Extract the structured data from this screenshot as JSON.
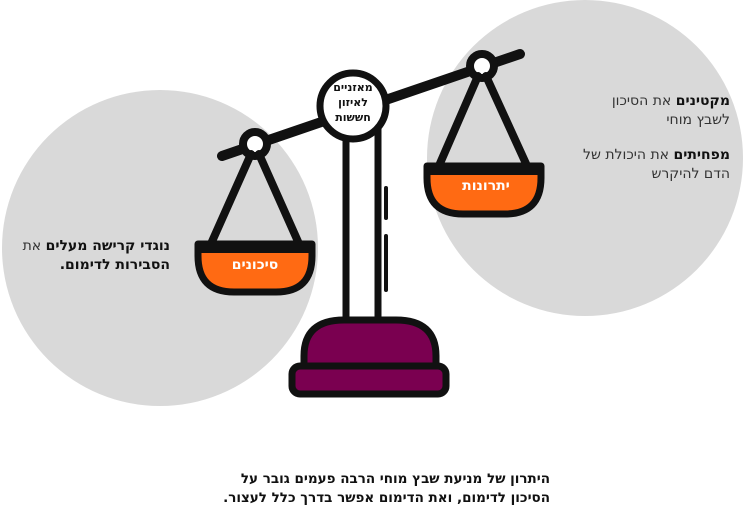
{
  "center_label": {
    "line1": "מאזניים",
    "line2": "לאיזון",
    "line3": "חששות"
  },
  "right_pan": {
    "label": "יתרונות"
  },
  "left_pan": {
    "label": "סיכונים"
  },
  "right_texts": [
    {
      "bold": "מקטינים",
      "rest": " את הסיכון לשבץ מוחי"
    },
    {
      "bold": "מפחיתים",
      "rest": " את היכולת של הדם להיקרש"
    }
  ],
  "left_text": {
    "bold1": "נוגדי קרישה מעלים",
    "mid": " את ",
    "bold2": "הסבירות לדימום."
  },
  "caption": {
    "line1": "היתרון של מניעת שבץ מוחי הרבה פעמים גובר על",
    "line2": "הסיכון לדימום, ואת הדימום אפשר בדרך כלל לעצור."
  },
  "colors": {
    "circle_gray": "#d9d9d9",
    "pan_orange": "#ff6a13",
    "base_purple": "#7a0050",
    "outline": "#111111"
  }
}
